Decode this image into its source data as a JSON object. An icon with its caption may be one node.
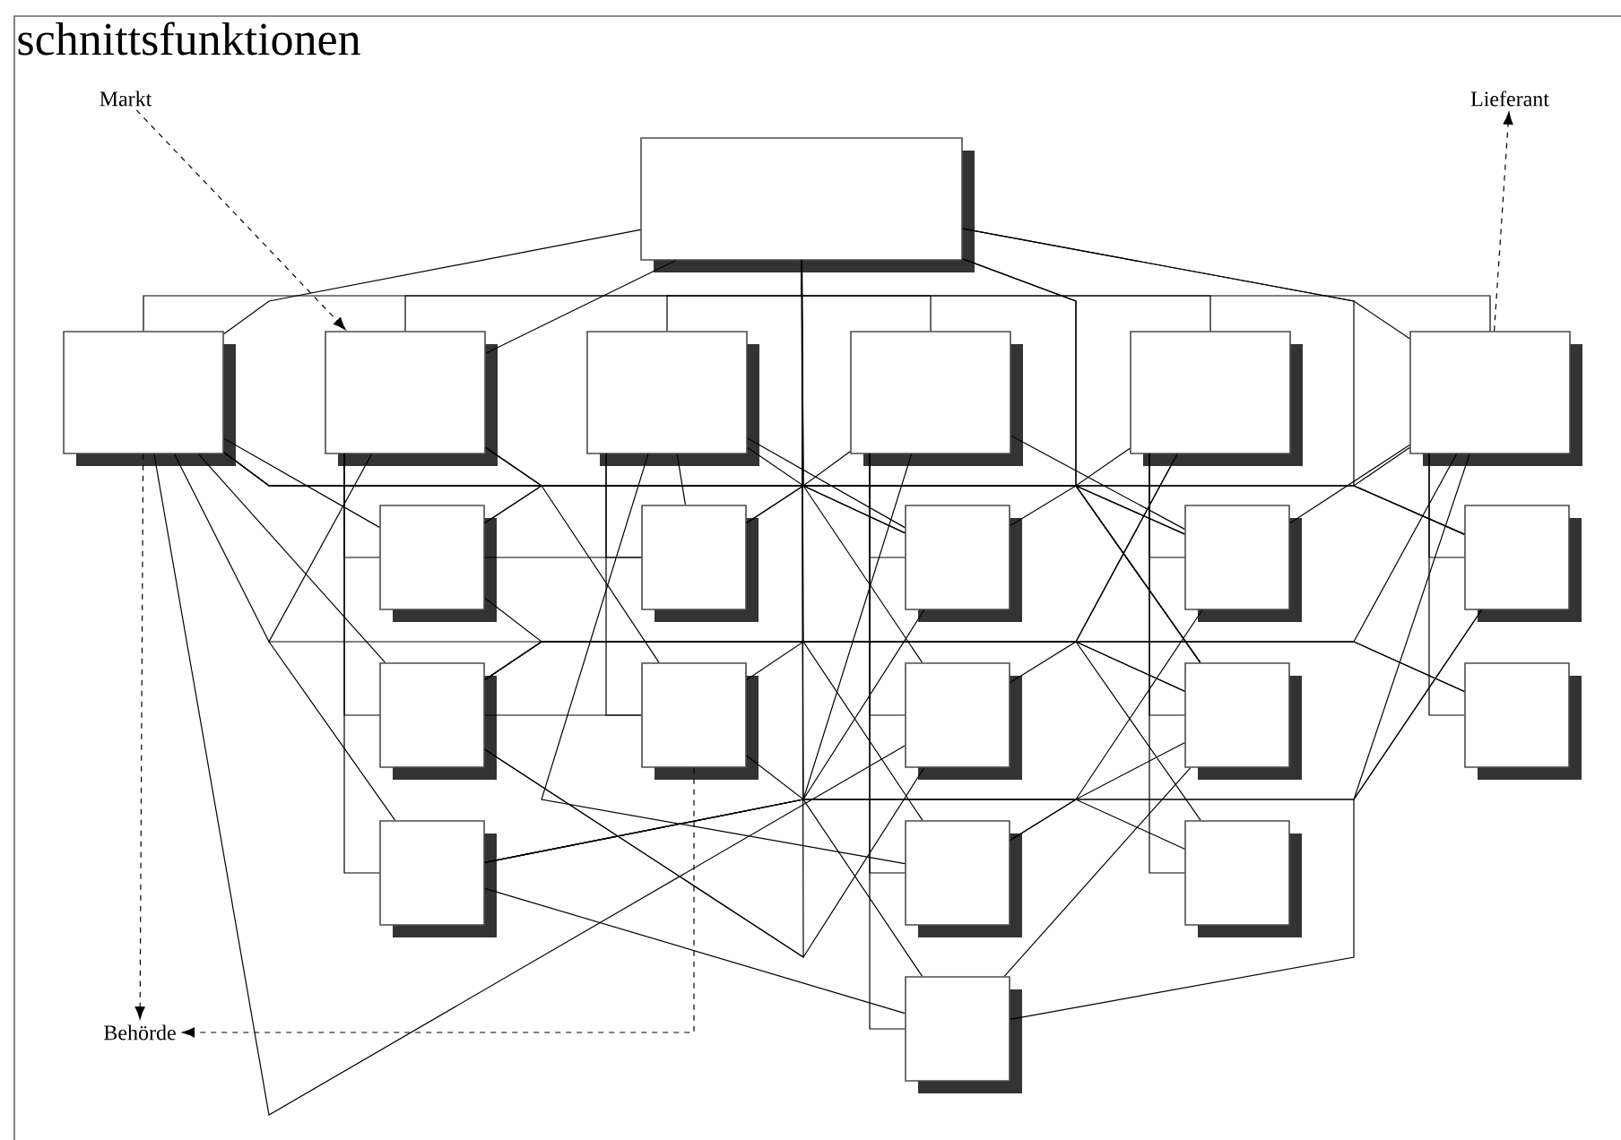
{
  "diagram": {
    "title": "schnittsfunktionen",
    "nodes": [
      {
        "text": [],
        "shape": "box"
      },
      {
        "text": [],
        "shape": "box"
      },
      {
        "text": [],
        "shape": "box"
      },
      {
        "text": [],
        "shape": "box"
      },
      {
        "text": [],
        "shape": "box"
      },
      {
        "text": [],
        "shape": "box"
      },
      {
        "text": [],
        "shape": "box"
      },
      {
        "text": [],
        "shape": "box"
      },
      {
        "text": [],
        "shape": "box"
      },
      {
        "text": [],
        "shape": "box"
      },
      {
        "text": [],
        "shape": "box"
      },
      {
        "text": [],
        "shape": "box"
      },
      {
        "text": [],
        "shape": "box"
      },
      {
        "text": [],
        "shape": "box"
      },
      {
        "text": [],
        "shape": "box"
      },
      {
        "text": [],
        "shape": "box"
      },
      {
        "text": [],
        "shape": "box"
      },
      {
        "text": [],
        "shape": "box"
      },
      {
        "text": [],
        "shape": "box"
      },
      {
        "text": [],
        "shape": "box"
      },
      {
        "text": [],
        "shape": "box"
      },
      {
        "text": [
          "Markt"
        ]
      },
      {
        "text": [
          "Lieferant"
        ]
      },
      {
        "text": [
          "Behörde"
        ]
      }
    ],
    "edges": [
      {
        "from": 0,
        "to": 1,
        "arrow": "none"
      },
      {
        "from": 0,
        "to": 2,
        "arrow": "none"
      },
      {
        "from": 0,
        "to": 3,
        "arrow": "none"
      },
      {
        "from": 0,
        "to": 4,
        "arrow": "none"
      },
      {
        "from": 0,
        "to": 5,
        "arrow": "none"
      },
      {
        "from": 0,
        "to": 6,
        "arrow": "none"
      },
      {
        "from": 2,
        "to": 7,
        "arrow": "none"
      },
      {
        "from": 2,
        "to": 8,
        "arrow": "none"
      },
      {
        "from": 2,
        "to": 9,
        "arrow": "none"
      },
      {
        "from": 3,
        "to": 10,
        "arrow": "none"
      },
      {
        "from": 3,
        "to": 11,
        "arrow": "none"
      },
      {
        "from": 4,
        "to": 12,
        "arrow": "none"
      },
      {
        "from": 4,
        "to": 13,
        "arrow": "none"
      },
      {
        "from": 4,
        "to": 14,
        "arrow": "none"
      },
      {
        "from": 4,
        "to": 15,
        "arrow": "none"
      },
      {
        "from": 5,
        "to": 16,
        "arrow": "none"
      },
      {
        "from": 5,
        "to": 17,
        "arrow": "none"
      },
      {
        "from": 5,
        "to": 18,
        "arrow": "none"
      },
      {
        "from": 6,
        "to": 19,
        "arrow": "none"
      },
      {
        "from": 6,
        "to": 20,
        "arrow": "none"
      },
      {
        "from": 21,
        "to": 2,
        "arrow": "to",
        "style": "dashed"
      },
      {
        "from": 6,
        "to": 22,
        "arrow": "to",
        "style": "dashed"
      },
      {
        "from": 1,
        "to": 23,
        "arrow": "to",
        "style": "dashed"
      },
      {
        "from": 11,
        "to": 23,
        "arrow": "to",
        "style": "dashed"
      },
      {
        "from": 0,
        "to": 1,
        "arrow": "none"
      },
      {
        "from": 0,
        "to": 2,
        "arrow": "none"
      },
      {
        "from": 0,
        "to": 8,
        "arrow": "none"
      },
      {
        "from": 0,
        "to": 10,
        "arrow": "none"
      },
      {
        "from": 0,
        "to": 12,
        "arrow": "none"
      },
      {
        "from": 0,
        "to": 14,
        "arrow": "none"
      },
      {
        "from": 0,
        "to": 15,
        "arrow": "none"
      },
      {
        "from": 0,
        "to": 16,
        "arrow": "none"
      },
      {
        "from": 0,
        "to": 17,
        "arrow": "none"
      },
      {
        "from": 0,
        "to": 19,
        "arrow": "none"
      },
      {
        "from": 0,
        "to": 6,
        "arrow": "none"
      },
      {
        "from": 1,
        "to": 7,
        "arrow": "none"
      },
      {
        "from": 1,
        "to": 8,
        "arrow": "none"
      },
      {
        "from": 1,
        "to": 9,
        "arrow": "none"
      },
      {
        "from": 1,
        "to": 11,
        "arrow": "none"
      },
      {
        "from": 1,
        "to": 13,
        "arrow": "none"
      },
      {
        "from": 1,
        "to": 16,
        "arrow": "none"
      },
      {
        "from": 1,
        "to": 17,
        "arrow": "none"
      },
      {
        "from": 1,
        "to": 19,
        "arrow": "none"
      },
      {
        "from": 2,
        "to": 12,
        "arrow": "none"
      },
      {
        "from": 2,
        "to": 13,
        "arrow": "none"
      },
      {
        "from": 2,
        "to": 17,
        "arrow": "none"
      },
      {
        "from": 2,
        "to": 18,
        "arrow": "none"
      },
      {
        "from": 3,
        "to": 10,
        "arrow": "none"
      },
      {
        "from": 3,
        "to": 12,
        "arrow": "none"
      },
      {
        "from": 3,
        "to": 14,
        "arrow": "none"
      },
      {
        "from": 3,
        "to": 17,
        "arrow": "none"
      },
      {
        "from": 4,
        "to": 7,
        "arrow": "none"
      },
      {
        "from": 4,
        "to": 9,
        "arrow": "none"
      },
      {
        "from": 4,
        "to": 16,
        "arrow": "none"
      },
      {
        "from": 5,
        "to": 8,
        "arrow": "none"
      },
      {
        "from": 5,
        "to": 10,
        "arrow": "none"
      },
      {
        "from": 5,
        "to": 13,
        "arrow": "none"
      },
      {
        "from": 6,
        "to": 8,
        "arrow": "none"
      },
      {
        "from": 6,
        "to": 12,
        "arrow": "none"
      },
      {
        "from": 6,
        "to": 14,
        "arrow": "none"
      },
      {
        "from": 6,
        "to": 16,
        "arrow": "none"
      },
      {
        "from": 7,
        "to": 19,
        "arrow": "none"
      },
      {
        "from": 7,
        "to": 17,
        "arrow": "none"
      },
      {
        "from": 7,
        "to": 10,
        "arrow": "none"
      },
      {
        "from": 8,
        "to": 17,
        "arrow": "none"
      },
      {
        "from": 8,
        "to": 13,
        "arrow": "none"
      },
      {
        "from": 8,
        "to": 11,
        "arrow": "none"
      },
      {
        "from": 8,
        "to": 20,
        "arrow": "none"
      },
      {
        "from": 9,
        "to": 16,
        "arrow": "none"
      },
      {
        "from": 9,
        "to": 12,
        "arrow": "none"
      },
      {
        "from": 9,
        "to": 17,
        "arrow": "none"
      },
      {
        "from": 11,
        "to": 18,
        "arrow": "none"
      },
      {
        "from": 11,
        "to": 20,
        "arrow": "none"
      },
      {
        "from": 15,
        "to": 17,
        "arrow": "none"
      },
      {
        "from": 15,
        "to": 19,
        "arrow": "none"
      },
      {
        "from": 15,
        "to": 9,
        "arrow": "none"
      },
      {
        "from": 14,
        "to": 19,
        "arrow": "none"
      }
    ]
  }
}
